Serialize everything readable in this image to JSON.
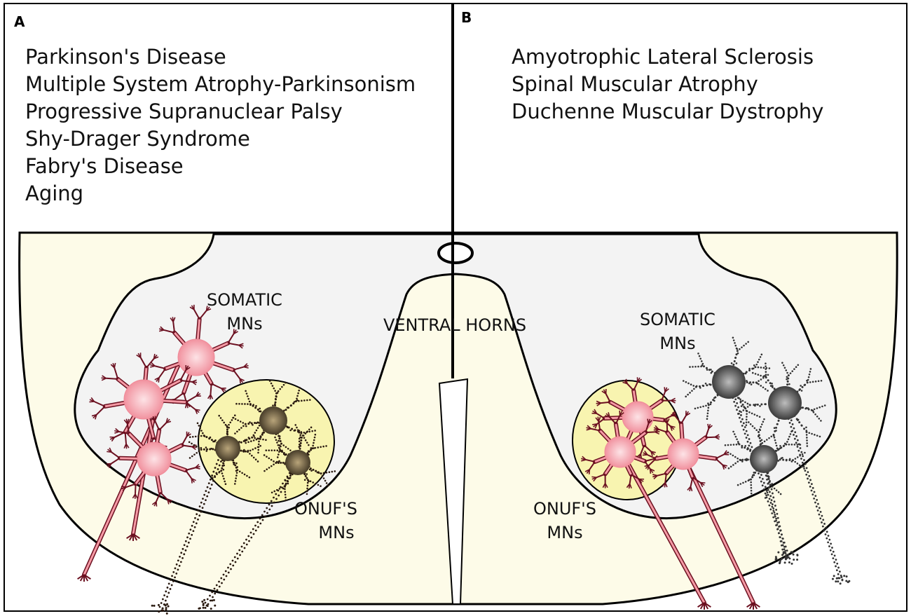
{
  "panels": {
    "a": {
      "letter": "A",
      "diseases": [
        "Parkinson's Disease",
        "Multiple System Atrophy-Parkinsonism",
        "Progressive Supranuclear Palsy",
        "Shy-Drager Syndrome",
        "Fabry's Disease",
        "Aging"
      ],
      "somatic_label": [
        "SOMATIC",
        "MNs"
      ],
      "onuf_label": [
        "ONUF'S",
        "MNs"
      ]
    },
    "b": {
      "letter": "B",
      "diseases": [
        "Amyotrophic Lateral Sclerosis",
        "Spinal Muscular Atrophy",
        "Duchenne Muscular Dystrophy"
      ],
      "somatic_label": [
        "SOMATIC",
        "MNs"
      ],
      "onuf_label": [
        "ONUF'S",
        "MNs"
      ]
    }
  },
  "center_label": "VENTRAL HORNS",
  "colors": {
    "white_matter": "#fdfbe8",
    "gray_matter": "#f3f3f3",
    "onuf_nucleus": "#f8f4b0",
    "healthy_neuron": "#f59aa5",
    "degenerated_neuron_dark": "#5a4a2a",
    "degenerated_neuron_gray": "#555555",
    "axon_outline": "#6b1020"
  }
}
